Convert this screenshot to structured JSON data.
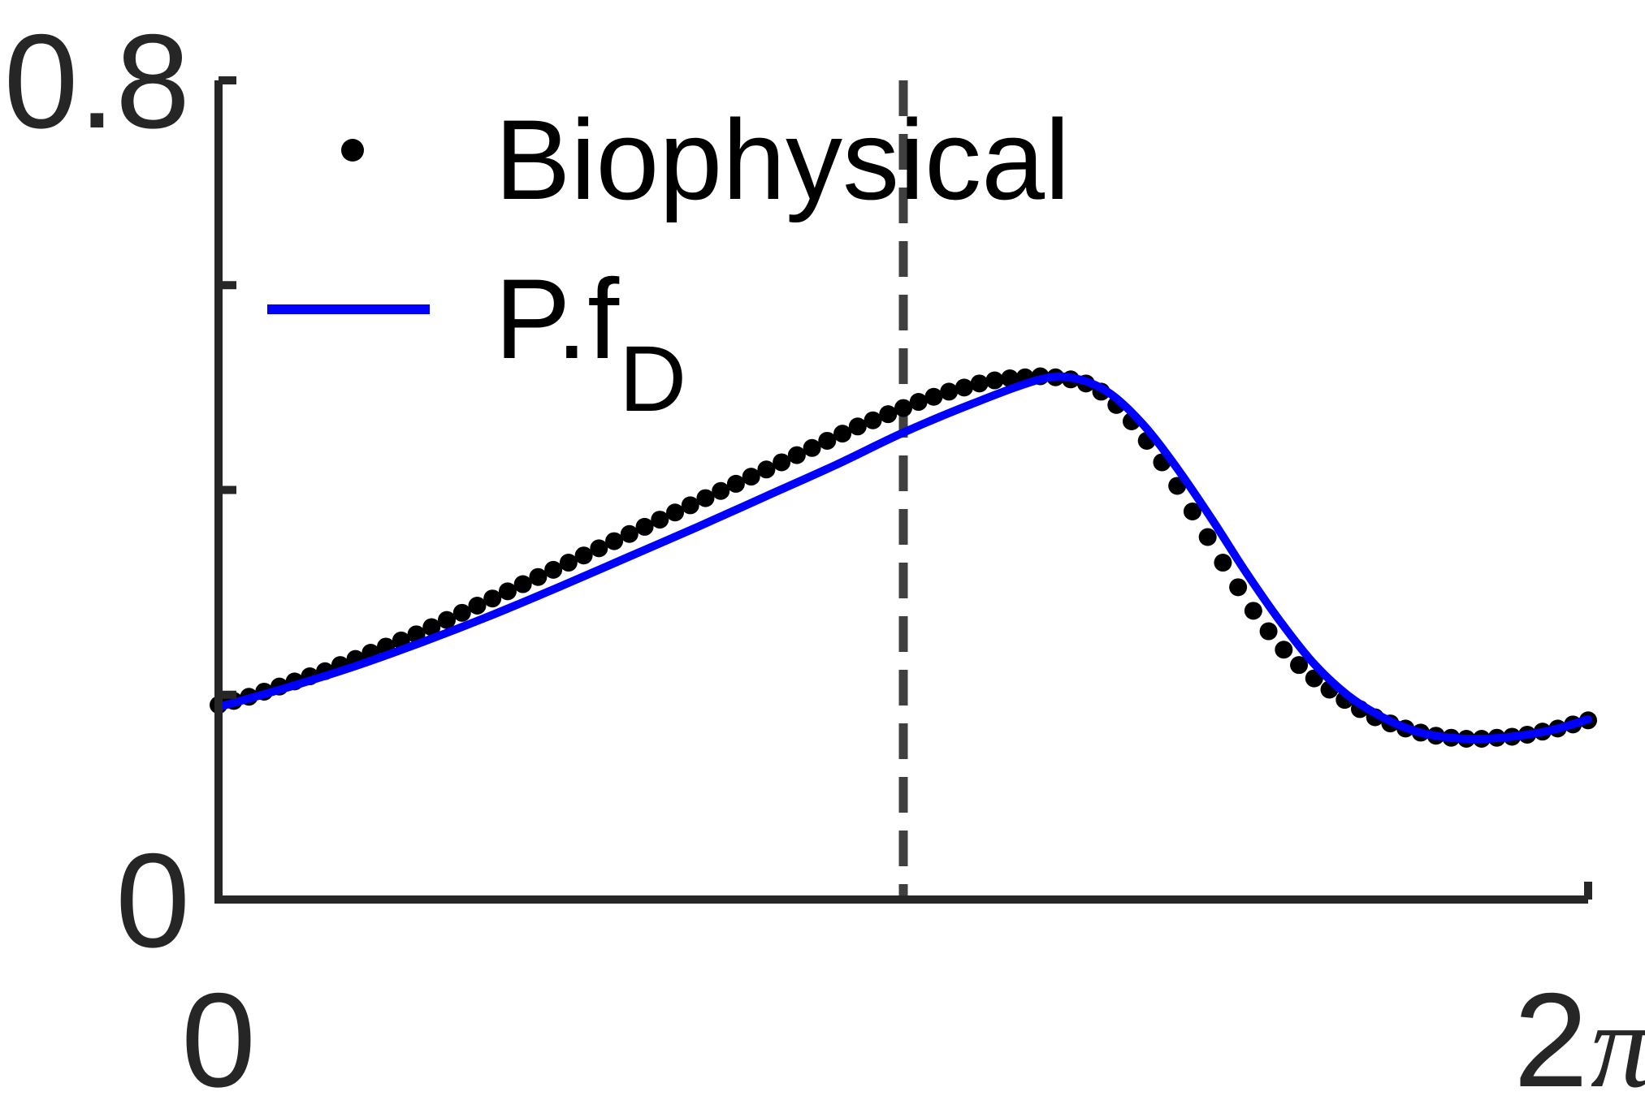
{
  "chart_data": {
    "type": "line",
    "title": "",
    "xlabel": "",
    "ylabel": "",
    "xlim": [
      0,
      6.2832
    ],
    "ylim": [
      0,
      0.8
    ],
    "x_ticks": [
      {
        "value": 0,
        "label": "0",
        "suffix": ""
      },
      {
        "value": 6.2832,
        "label": "2",
        "suffix": "π"
      }
    ],
    "y_ticks": [
      {
        "value": 0,
        "label": "0"
      },
      {
        "value": 0.2,
        "label": ""
      },
      {
        "value": 0.4,
        "label": ""
      },
      {
        "value": 0.6,
        "label": ""
      },
      {
        "value": 0.8,
        "label": "0.8"
      }
    ],
    "vline": {
      "x": 3.1416,
      "style": "dashed",
      "color": "#404040"
    },
    "grid": false,
    "legend_position": "top-left",
    "legend": [
      {
        "label": "Biophysical",
        "sub": "",
        "marker": "dot",
        "color": "#000000"
      },
      {
        "label": "P.f",
        "sub": "D",
        "marker": "line",
        "color": "#0000ff"
      }
    ],
    "series": [
      {
        "name": "Biophysical",
        "style": "dots",
        "color": "#000000",
        "x": [
          0.0,
          0.0698,
          0.1396,
          0.2094,
          0.2793,
          0.3491,
          0.4189,
          0.4887,
          0.5585,
          0.6283,
          0.6981,
          0.7679,
          0.8378,
          0.9076,
          0.9774,
          1.0472,
          1.117,
          1.1868,
          1.2566,
          1.3265,
          1.3963,
          1.4661,
          1.5359,
          1.6057,
          1.6755,
          1.7453,
          1.8151,
          1.885,
          1.9548,
          2.0246,
          2.0944,
          2.1642,
          2.234,
          2.3038,
          2.3736,
          2.4435,
          2.5133,
          2.5831,
          2.6529,
          2.7227,
          2.7925,
          2.8623,
          2.9322,
          3.002,
          3.0718,
          3.1416,
          3.2114,
          3.2812,
          3.351,
          3.4208,
          3.4907,
          3.5605,
          3.6303,
          3.7001,
          3.7699,
          3.8397,
          3.9095,
          3.9794,
          4.0492,
          4.119,
          4.1888,
          4.2586,
          4.3284,
          4.3982,
          4.468,
          4.5379,
          4.6077,
          4.6775,
          4.7473,
          4.8171,
          4.8869,
          4.9567,
          5.0265,
          5.0964,
          5.1662,
          5.236,
          5.3058,
          5.3756,
          5.4454,
          5.5152,
          5.5851,
          5.6549,
          5.7247,
          5.7945,
          5.8643,
          5.9341,
          6.0039,
          6.0737,
          6.1436,
          6.2134,
          6.2832
        ],
        "y": [
          0.19,
          0.194,
          0.198,
          0.203,
          0.208,
          0.213,
          0.218,
          0.223,
          0.229,
          0.235,
          0.241,
          0.247,
          0.253,
          0.259,
          0.266,
          0.273,
          0.28,
          0.287,
          0.294,
          0.301,
          0.308,
          0.315,
          0.322,
          0.329,
          0.336,
          0.343,
          0.35,
          0.357,
          0.364,
          0.371,
          0.378,
          0.385,
          0.392,
          0.399,
          0.406,
          0.413,
          0.42,
          0.427,
          0.434,
          0.441,
          0.448,
          0.455,
          0.462,
          0.468,
          0.474,
          0.48,
          0.486,
          0.491,
          0.496,
          0.5,
          0.504,
          0.507,
          0.509,
          0.51,
          0.511,
          0.51,
          0.508,
          0.504,
          0.496,
          0.483,
          0.467,
          0.448,
          0.427,
          0.404,
          0.379,
          0.354,
          0.329,
          0.305,
          0.282,
          0.262,
          0.244,
          0.229,
          0.216,
          0.205,
          0.195,
          0.186,
          0.178,
          0.172,
          0.167,
          0.163,
          0.16,
          0.158,
          0.157,
          0.157,
          0.158,
          0.159,
          0.161,
          0.164,
          0.167,
          0.171,
          0.175
        ]
      },
      {
        "name": "P.f_D",
        "style": "line",
        "color": "#0000ff",
        "x": [
          0.0,
          0.3142,
          0.6283,
          0.9425,
          1.2566,
          1.5708,
          1.885,
          2.1991,
          2.5133,
          2.8274,
          3.1416,
          3.4558,
          3.7699,
          3.927,
          4.0841,
          4.2412,
          4.3982,
          4.5553,
          4.7124,
          4.8695,
          5.0265,
          5.1836,
          5.3407,
          5.4978,
          5.6549,
          5.8119,
          5.969,
          6.1261,
          6.2832
        ],
        "y": [
          0.188,
          0.207,
          0.228,
          0.252,
          0.278,
          0.306,
          0.335,
          0.364,
          0.394,
          0.424,
          0.456,
          0.484,
          0.508,
          0.509,
          0.495,
          0.464,
          0.421,
          0.372,
          0.32,
          0.272,
          0.23,
          0.199,
          0.178,
          0.164,
          0.158,
          0.157,
          0.16,
          0.166,
          0.176
        ]
      }
    ]
  }
}
